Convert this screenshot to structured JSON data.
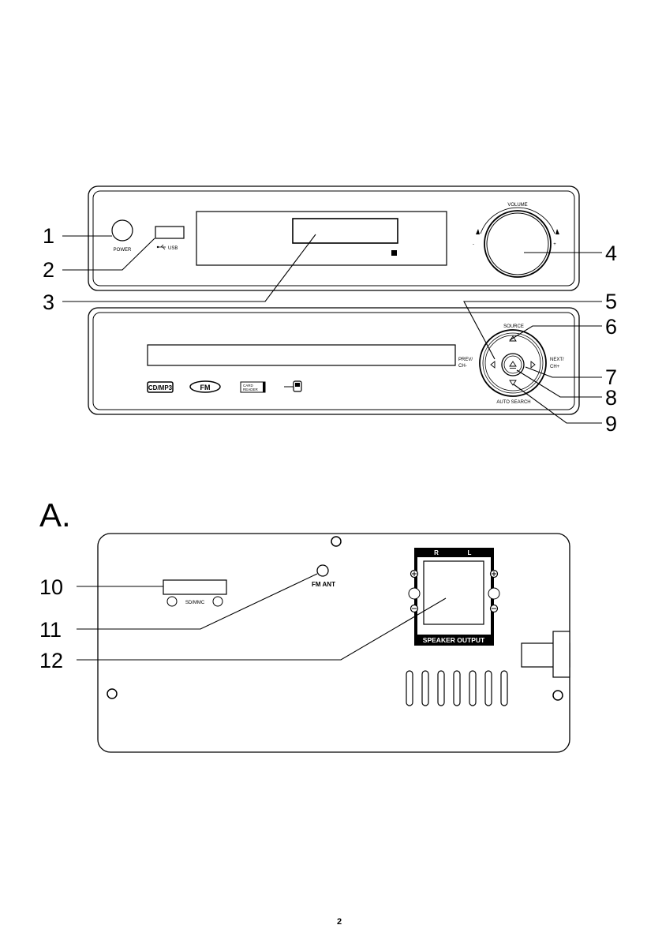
{
  "front_panel": {
    "power_label": "POWER",
    "usb_label": "USB",
    "volume_label": "VOLUME",
    "volume_minus": "-",
    "volume_plus": "+",
    "source_label": "SOURCE",
    "prev_label_1": "PREV/",
    "prev_label_2": "CH-",
    "next_label_1": "NEXT/",
    "next_label_2": "CH+",
    "auto_search_label": "AUTO SEARCH",
    "badges": {
      "cd_mp3": "CD/MP3",
      "fm": "FM",
      "card_reader_1": "CARD",
      "card_reader_2": "READER"
    }
  },
  "section_label": "A.",
  "rear_panel": {
    "sd_mmc_label": "SD/MMC",
    "fm_ant_label": "FM ANT",
    "speaker_r_label": "R",
    "speaker_l_label": "L",
    "speaker_output_label": "SPEAKER OUTPUT"
  },
  "callouts": [
    "1",
    "2",
    "3",
    "4",
    "5",
    "6",
    "7",
    "8",
    "9",
    "10",
    "11",
    "12"
  ],
  "page_number": "2"
}
